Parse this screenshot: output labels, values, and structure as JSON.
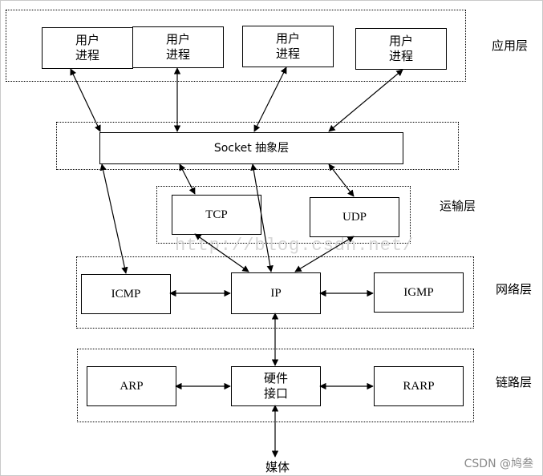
{
  "layers": {
    "app": "应用层",
    "transport": "运输层",
    "network": "网络层",
    "link": "链路层"
  },
  "user_process_label": "用户\n进程",
  "socket_label": "Socket 抽象层",
  "tcp": "TCP",
  "udp": "UDP",
  "icmp": "ICMP",
  "ip": "IP",
  "igmp": "IGMP",
  "arp": "ARP",
  "hw_interface": "硬件\n接口",
  "rarp": "RARP",
  "media": "媒体",
  "watermark": "http://blog.csdn.net/",
  "credit": "CSDN @鸠叁"
}
